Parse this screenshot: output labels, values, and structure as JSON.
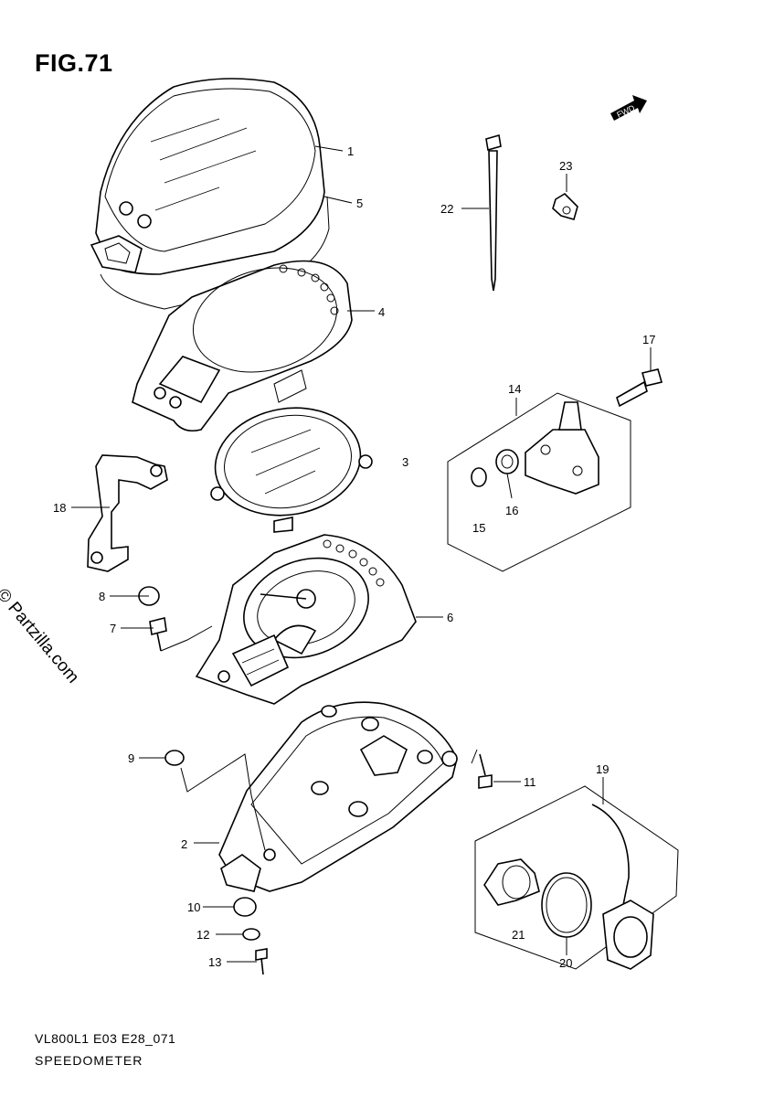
{
  "figure": {
    "title": "FIG.71",
    "fwd_label": "FWD",
    "watermark": "© Partzilla.com",
    "model_code": "VL800L1 E03 E28_071",
    "section_name": "SPEEDOMETER"
  },
  "callouts": [
    {
      "id": "c1",
      "label": "1"
    },
    {
      "id": "c2",
      "label": "2"
    },
    {
      "id": "c3",
      "label": "3"
    },
    {
      "id": "c4",
      "label": "4"
    },
    {
      "id": "c5",
      "label": "5"
    },
    {
      "id": "c6",
      "label": "6"
    },
    {
      "id": "c7",
      "label": "7"
    },
    {
      "id": "c8",
      "label": "8"
    },
    {
      "id": "c9",
      "label": "9"
    },
    {
      "id": "c10",
      "label": "10"
    },
    {
      "id": "c11",
      "label": "11"
    },
    {
      "id": "c12",
      "label": "12"
    },
    {
      "id": "c13",
      "label": "13"
    },
    {
      "id": "c14",
      "label": "14"
    },
    {
      "id": "c15",
      "label": "15"
    },
    {
      "id": "c16",
      "label": "16"
    },
    {
      "id": "c17",
      "label": "17"
    },
    {
      "id": "c18",
      "label": "18"
    },
    {
      "id": "c19",
      "label": "19"
    },
    {
      "id": "c20",
      "label": "20"
    },
    {
      "id": "c21",
      "label": "21"
    },
    {
      "id": "c22",
      "label": "22"
    },
    {
      "id": "c23",
      "label": "23"
    }
  ]
}
